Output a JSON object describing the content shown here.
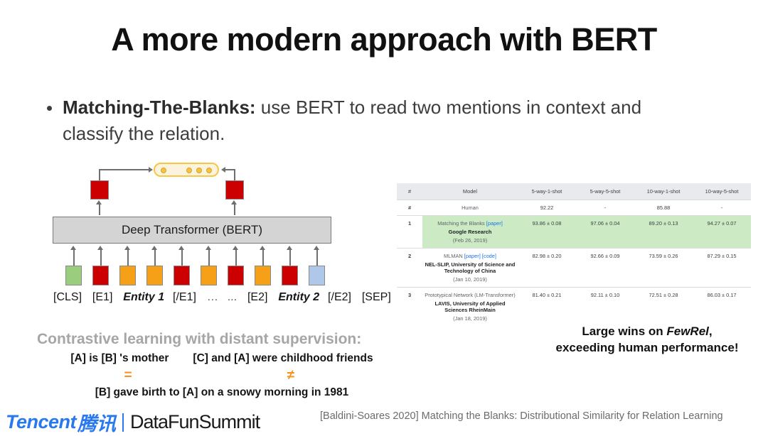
{
  "slide": {
    "title": "A more modern approach with BERT"
  },
  "bullet": {
    "lead": "Matching-The-Blanks:",
    "rest": " use BERT to read two mentions in context and classify the relation."
  },
  "diagram": {
    "transformer_label": "Deep Transformer (BERT)",
    "token_labels": {
      "cls": "[CLS]",
      "e1_open": "[E1]",
      "entity1": "Entity 1",
      "e1_close": "[/E1]",
      "dots1": "…",
      "dots2": "...",
      "e2_open": "[E2]",
      "entity2": "Entity 2",
      "e2_close": "[/E2]",
      "sep": "[SEP]"
    },
    "colors": {
      "green": "#9ACD7E",
      "red": "#CC0000",
      "orange": "#F5A017",
      "blue": "#AFC7E8",
      "gray_box": "#D4D4D4",
      "capsule_fill": "#FBF3DD",
      "capsule_border": "#F6C644"
    },
    "token_box_colors": [
      "green",
      "red",
      "orange",
      "orange",
      "red",
      "orange",
      "red",
      "orange",
      "red",
      "blue"
    ]
  },
  "contrastive": {
    "heading": "Contrastive learning with distant supervision:",
    "example_left": "[A] is [B] 's mother",
    "example_right": "[C] and [A] were childhood friends",
    "relation_left": "=",
    "relation_right": "≠",
    "example_bottom": "[B] gave birth to [A] on a snowy morning in 1981",
    "relation_color": "#F7921E"
  },
  "leaderboard": {
    "columns": [
      "#",
      "Model",
      "5-way-1-shot",
      "5-way-5-shot",
      "10-way-1-shot",
      "10-way-5-shot"
    ],
    "rows": [
      {
        "rank": "#",
        "model_name": "Human",
        "model_links": [],
        "org": "",
        "date": "",
        "scores": [
          "92.22",
          "-",
          "85.88",
          "-"
        ],
        "highlight": false
      },
      {
        "rank": "1",
        "model_name": "Matching the Blanks",
        "model_links": [
          "[paper]"
        ],
        "org": "Google Research",
        "date": "(Feb 26, 2019)",
        "scores": [
          "93.86 ± 0.08",
          "97.06 ± 0.04",
          "89.20 ± 0.13",
          "94.27 ± 0.07"
        ],
        "highlight": true
      },
      {
        "rank": "2",
        "model_name": "MLMAN",
        "model_links": [
          "[paper]",
          "[code]"
        ],
        "org": "NEL-SLIP, University of Science and Technology of China",
        "date": "(Jan 10, 2019)",
        "scores": [
          "82.98 ± 0.20",
          "92.66 ± 0.09",
          "73.59 ± 0.26",
          "87.29 ± 0.15"
        ],
        "highlight": false
      },
      {
        "rank": "3",
        "model_name": "Prototypical Network (LM-Transformer)",
        "model_links": [],
        "org": "LAVIS, University of Applied Sciences RheinMain",
        "date": "(Jan 18, 2019)",
        "scores": [
          "81.40 ± 0.21",
          "92.11 ± 0.10",
          "72.51 ± 0.28",
          "86.03 ± 0.17"
        ],
        "highlight": false
      }
    ],
    "highlight_color": "#CCEBC5",
    "link_color": "#1A73E8"
  },
  "callout": {
    "line1_pre": "Large wins on ",
    "line1_em": "FewRel",
    "line1_post": ",",
    "line2": "exceeding human performance!"
  },
  "footer": {
    "tencent": "Tencent",
    "tencent_cn": "腾讯",
    "datafun": "DataFunSummit",
    "citation": "[Baldini-Soares  2020] Matching the Blanks: Distributional Similarity for Relation Learning",
    "brand_color": "#2878F0"
  }
}
